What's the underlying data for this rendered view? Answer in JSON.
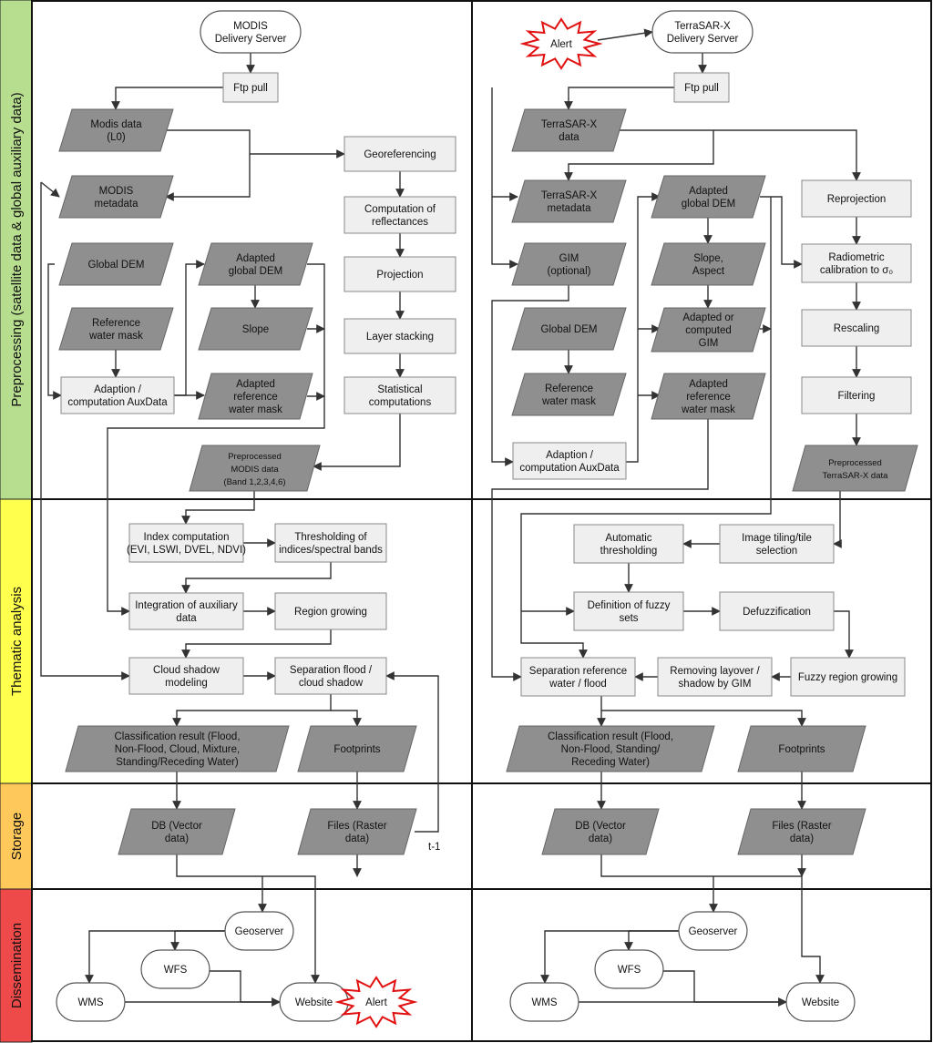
{
  "lanes": {
    "preprocessing": "Preprocessing (satellite data & global auxiliary data)",
    "thematic": "Thematic analysis",
    "storage": "Storage",
    "dissemination": "Dissemination"
  },
  "lane_colors": {
    "preprocessing": "#b7dd8f",
    "thematic": "#ffff4d",
    "storage": "#ffc85a",
    "dissemination": "#ee4a4a"
  },
  "colors": {
    "process_fill": "#efefef",
    "data_fill": "#8f8f8f",
    "terminal_fill": "#ffffff",
    "alert_stroke": "#e11111",
    "line": "#333333"
  },
  "modis": {
    "server": [
      "MODIS",
      "Delivery Server"
    ],
    "ftp": [
      "Ftp pull"
    ],
    "data_l0": [
      "Modis data",
      "(L0)"
    ],
    "metadata": [
      "MODIS",
      "metadata"
    ],
    "georef": [
      "Georeferencing"
    ],
    "reflectances": [
      "Computation of",
      "reflectances"
    ],
    "projection": [
      "Projection"
    ],
    "layer_stacking": [
      "Layer stacking"
    ],
    "statistical": [
      "Statistical",
      "computations"
    ],
    "global_dem": [
      "Global DEM"
    ],
    "adapted_dem": [
      "Adapted",
      "global DEM"
    ],
    "slope": [
      "Slope"
    ],
    "ref_mask": [
      "Reference",
      "water mask"
    ],
    "adaption": [
      "Adaption /",
      "computation AuxData"
    ],
    "adapted_mask": [
      "Adapted",
      "reference",
      "water mask"
    ],
    "preprocessed": [
      "Preprocessed",
      "MODIS data",
      "(Band 1,2,3,4,6)"
    ],
    "index": [
      "Index computation",
      "(EVI, LSWI, DVEL, NDVI)"
    ],
    "thresholding": [
      "Thresholding of",
      "indices/spectral bands"
    ],
    "integration": [
      "Integration of auxiliary",
      "data"
    ],
    "region_growing": [
      "Region growing"
    ],
    "cloud_shadow": [
      "Cloud shadow",
      "modeling"
    ],
    "separation": [
      "Separation flood /",
      "cloud shadow"
    ],
    "classification": [
      "Classification result (Flood,",
      "Non-Flood, Cloud, Mixture,",
      "Standing/Receding Water)"
    ],
    "footprints": [
      "Footprints"
    ],
    "db": [
      "DB (Vector",
      "data)"
    ],
    "files": [
      "Files (Raster",
      "data)"
    ],
    "t1": "t-1",
    "geoserver": [
      "Geoserver"
    ],
    "wfs": [
      "WFS"
    ],
    "wms": [
      "WMS"
    ],
    "website": [
      "Website"
    ],
    "alert": [
      "Alert"
    ]
  },
  "tsx": {
    "alert": [
      "Alert"
    ],
    "server": [
      "TerraSAR-X",
      "Delivery Server"
    ],
    "ftp": [
      "Ftp pull"
    ],
    "data": [
      "TerraSAR-X",
      "data"
    ],
    "metadata": [
      "TerraSAR-X",
      "metadata"
    ],
    "gim": [
      "GIM",
      "(optional)"
    ],
    "global_dem": [
      "Global DEM"
    ],
    "ref_mask": [
      "Reference",
      "water mask"
    ],
    "adaption": [
      "Adaption /",
      "computation AuxData"
    ],
    "adapted_dem": [
      "Adapted",
      "global DEM"
    ],
    "slope_aspect": [
      "Slope,",
      "Aspect"
    ],
    "adapted_gim": [
      "Adapted or",
      "computed",
      "GIM"
    ],
    "adapted_mask": [
      "Adapted",
      "reference",
      "water mask"
    ],
    "reprojection": [
      "Reprojection"
    ],
    "radiometric": [
      "Radiometric",
      "calibration to σ₀"
    ],
    "rescaling": [
      "Rescaling"
    ],
    "filtering": [
      "Filtering"
    ],
    "preprocessed": [
      "Preprocessed",
      "TerraSAR-X data"
    ],
    "tiling": [
      "Image tiling/tile",
      "selection"
    ],
    "auto_threshold": [
      "Automatic",
      "thresholding"
    ],
    "fuzzy_sets": [
      "Definition of fuzzy",
      "sets"
    ],
    "defuzz": [
      "Defuzzification"
    ],
    "fuzzy_region": [
      "Fuzzy region growing"
    ],
    "removing": [
      "Removing layover /",
      "shadow by GIM"
    ],
    "separation": [
      "Separation reference",
      "water / flood"
    ],
    "classification": [
      "Classification result (Flood,",
      "Non-Flood, Standing/",
      "Receding Water)"
    ],
    "footprints": [
      "Footprints"
    ],
    "db": [
      "DB (Vector",
      "data)"
    ],
    "files": [
      "Files (Raster",
      "data)"
    ],
    "geoserver": [
      "Geoserver"
    ],
    "wfs": [
      "WFS"
    ],
    "wms": [
      "WMS"
    ],
    "website": [
      "Website"
    ]
  }
}
